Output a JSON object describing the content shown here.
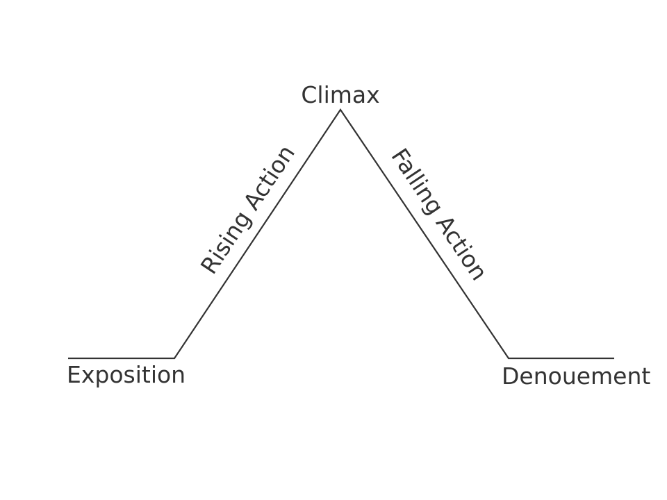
{
  "diagram": {
    "stages": {
      "exposition": "Exposition",
      "rising_action": "Rising Action",
      "climax": "Climax",
      "falling_action": "Falling Action",
      "denouement": "Denouement"
    },
    "colors": {
      "line": "#333333",
      "text": "#333333",
      "background": "#ffffff"
    }
  }
}
